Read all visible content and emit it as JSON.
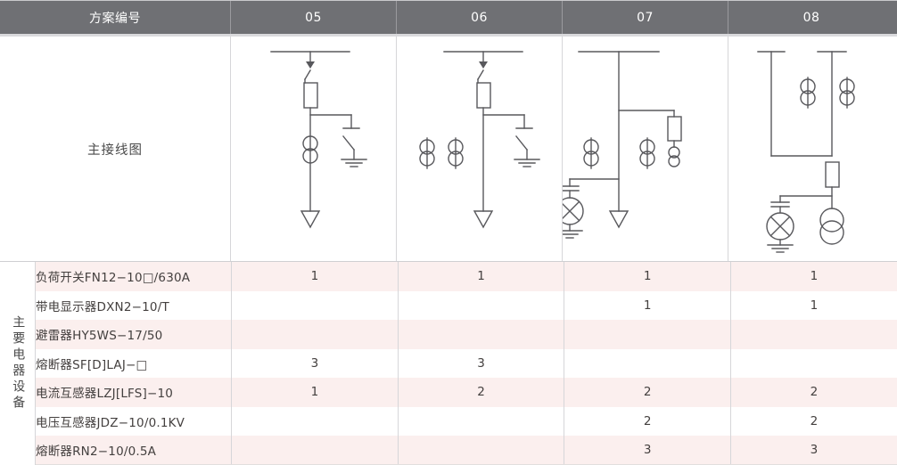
{
  "header": {
    "label_col": "方案编号",
    "schemes": [
      "05",
      "06",
      "07",
      "08"
    ]
  },
  "diagram_section": {
    "label": "主接线图"
  },
  "equipment_section": {
    "vertical_label": "主要电器设备",
    "rows": [
      {
        "name": "负荷开关FN12−10□/630A",
        "qty": [
          "1",
          "1",
          "1",
          "1"
        ]
      },
      {
        "name": "带电显示器DXN2−10/T",
        "qty": [
          "",
          "",
          "1",
          "1"
        ]
      },
      {
        "name": "避雷器HY5WS−17/50",
        "qty": [
          "",
          "",
          "",
          ""
        ]
      },
      {
        "name": "熔断器SF[D]LAJ−□",
        "qty": [
          "3",
          "3",
          "",
          ""
        ]
      },
      {
        "name": "电流互感器LZJ[LFS]−10",
        "qty": [
          "1",
          "2",
          "2",
          "2"
        ]
      },
      {
        "name": "电压互感器JDZ−10/0.1KV",
        "qty": [
          "",
          "",
          "2",
          "2"
        ]
      },
      {
        "name": "熔断器RN2−10/0.5A",
        "qty": [
          "",
          "",
          "3",
          "3"
        ]
      }
    ]
  },
  "colors": {
    "header_bg": "#6f7074",
    "header_text": "#ffffff",
    "row_tint": "#fbefee",
    "row_plain": "#ffffff",
    "grid_line": "#d6d6d9",
    "diagram_stroke": "#58585c"
  }
}
